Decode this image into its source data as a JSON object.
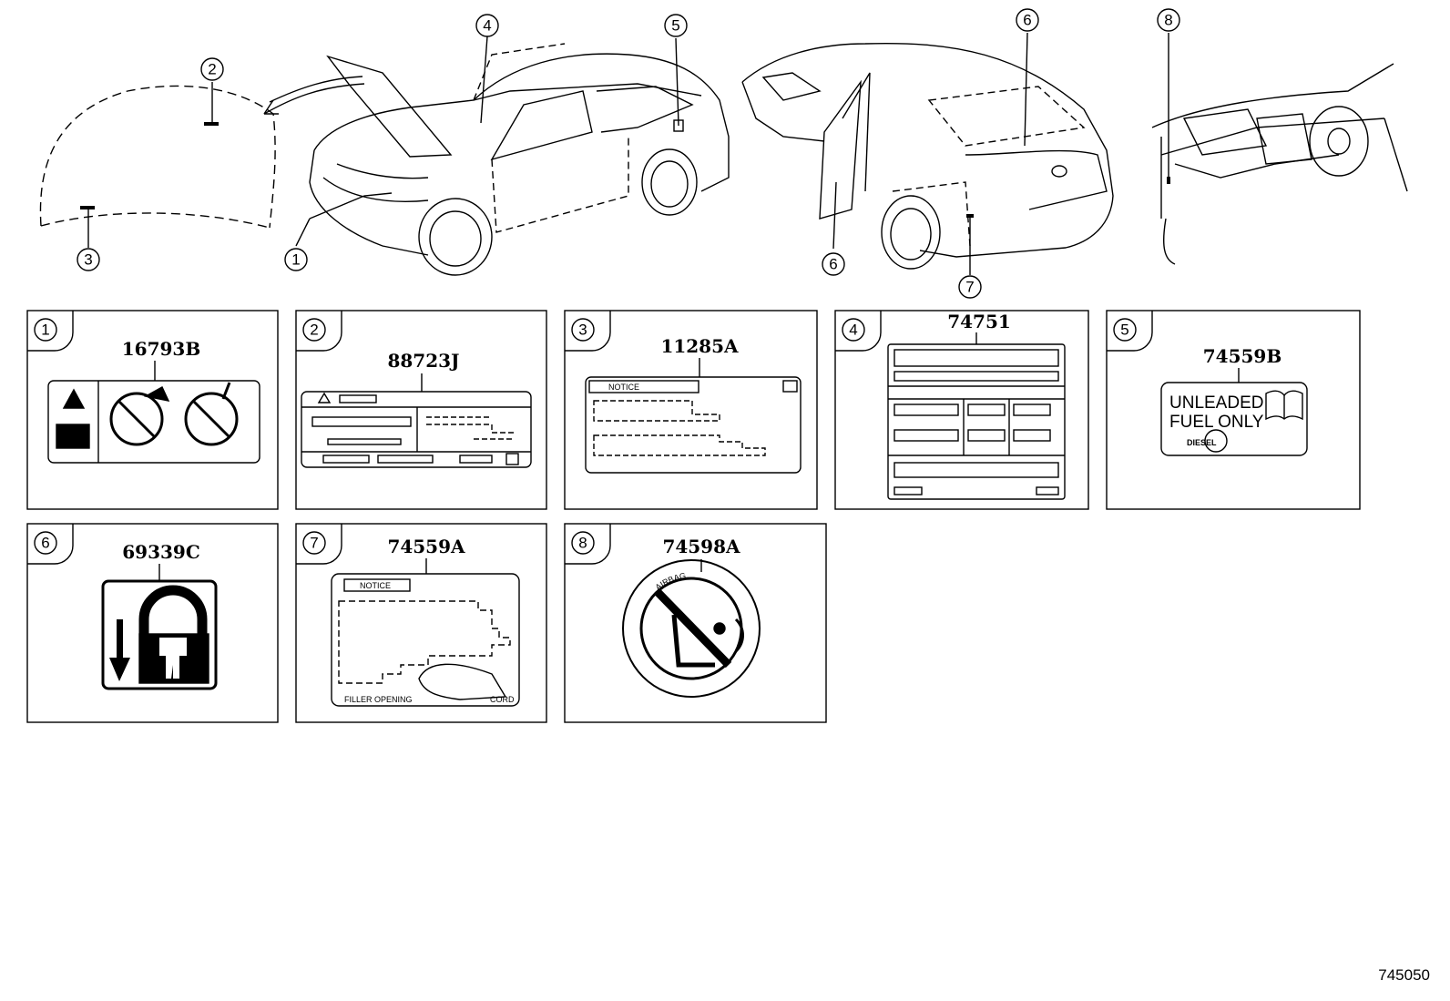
{
  "diagram_number": "745050",
  "callouts": {
    "hood_1": "1",
    "hood_2": "2",
    "hood_3": "3",
    "front_4": "4",
    "front_5": "5",
    "rear_6a": "6",
    "rear_6b": "6",
    "rear_7": "7",
    "dash_8": "8"
  },
  "panels": [
    {
      "index": "1",
      "part_number": "16793B"
    },
    {
      "index": "2",
      "part_number": "88723J"
    },
    {
      "index": "3",
      "part_number": "11285A"
    },
    {
      "index": "4",
      "part_number": "74751"
    },
    {
      "index": "5",
      "part_number": "74559B"
    },
    {
      "index": "6",
      "part_number": "69339C"
    },
    {
      "index": "7",
      "part_number": "74559A"
    },
    {
      "index": "8",
      "part_number": "74598A"
    }
  ],
  "label_text": {
    "notice_3": "NOTICE",
    "notice_7": "NOTICE",
    "unleaded": "UNLEADED",
    "fuel_only": "FUEL ONLY",
    "diesel": "DIESEL",
    "filler_opening": "FILLER OPENING",
    "cord": "CORD",
    "airbag": "AIRBAG"
  }
}
